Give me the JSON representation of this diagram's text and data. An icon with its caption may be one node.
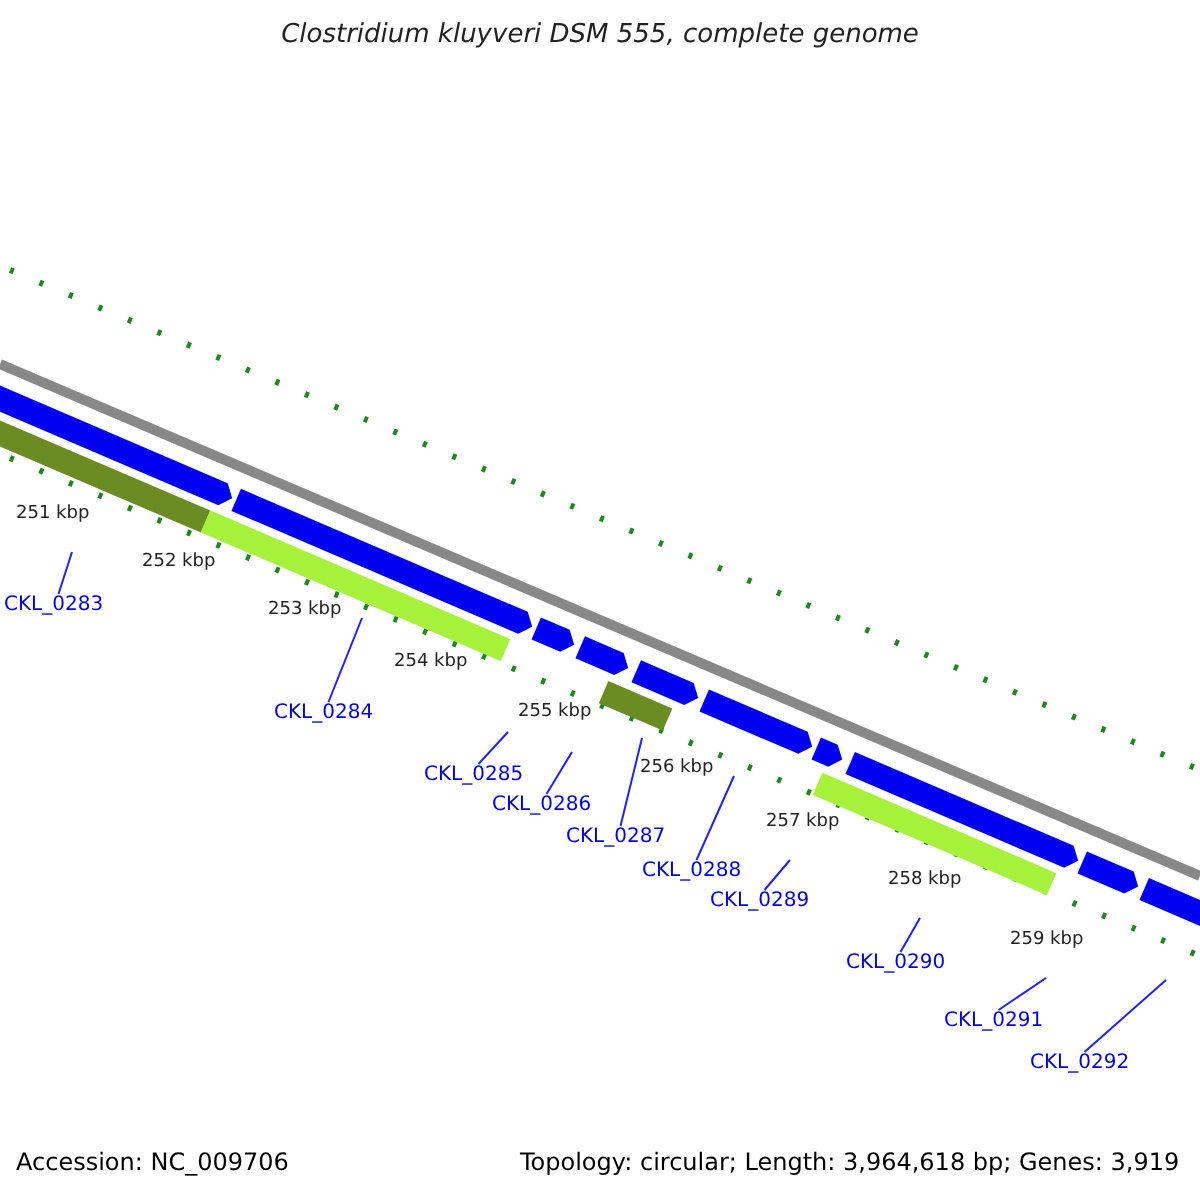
{
  "diagram": {
    "title": "Clostridium kluyveri DSM 555, complete genome",
    "nodes": [
      {
        "text": [
          "CKL_0283"
        ]
      },
      {
        "text": [
          "CKL_0284"
        ]
      },
      {
        "text": [
          "CKL_0285"
        ]
      },
      {
        "text": [
          "CKL_0286"
        ]
      },
      {
        "text": [
          "CKL_0287"
        ]
      },
      {
        "text": [
          "CKL_0288"
        ]
      },
      {
        "text": [
          "CKL_0289"
        ]
      },
      {
        "text": [
          "CKL_0290"
        ]
      },
      {
        "text": [
          "CKL_0291"
        ]
      },
      {
        "text": [
          "CKL_0292"
        ]
      }
    ],
    "edges": [
      {
        "from": 0,
        "to": null,
        "arrow": "none"
      },
      {
        "from": 1,
        "to": null,
        "arrow": "none"
      },
      {
        "from": 2,
        "to": null,
        "arrow": "none"
      },
      {
        "from": 3,
        "to": null,
        "arrow": "none"
      },
      {
        "from": 4,
        "to": null,
        "arrow": "none"
      },
      {
        "from": 5,
        "to": null,
        "arrow": "none"
      },
      {
        "from": 6,
        "to": null,
        "arrow": "none"
      },
      {
        "from": 7,
        "to": null,
        "arrow": "none"
      },
      {
        "from": 8,
        "to": null,
        "arrow": "none"
      },
      {
        "from": 9,
        "to": null,
        "arrow": "none"
      }
    ],
    "labels": [
      "251 kbp",
      "252 kbp",
      "253 kbp",
      "254 kbp",
      "255 kbp",
      "256 kbp",
      "257 kbp",
      "258 kbp",
      "259 kbp",
      "Accession: NC_009706",
      "Topology: circular; Length: 3,964,618 bp; Genes: 3,919"
    ]
  }
}
